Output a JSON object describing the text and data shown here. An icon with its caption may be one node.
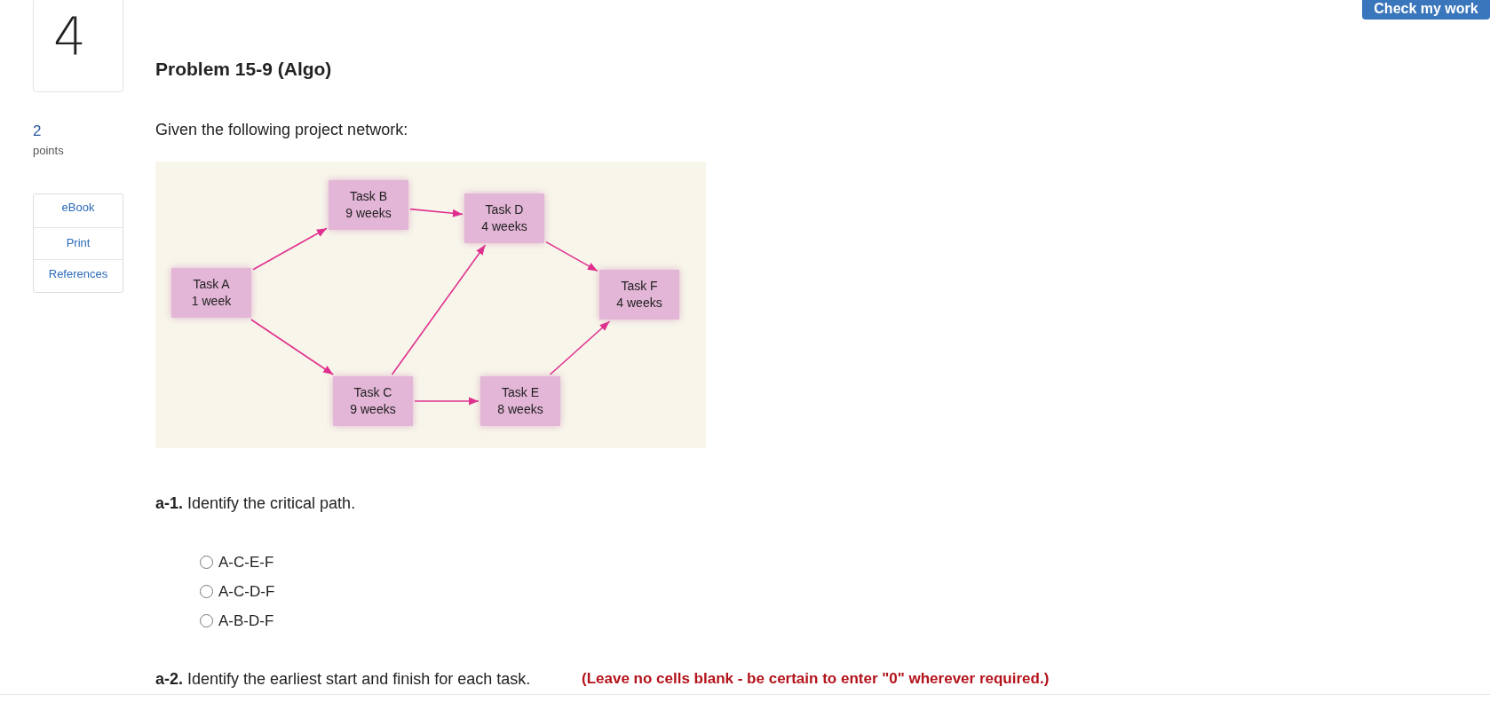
{
  "diagram": {
    "title": "Problem 15-9 (Algo)",
    "nodes": [
      {
        "text": [
          "Task A",
          "1 week"
        ]
      },
      {
        "text": [
          "Task B",
          "9 weeks"
        ]
      },
      {
        "text": [
          "Task C",
          "9 weeks"
        ]
      },
      {
        "text": [
          "Task D",
          "4 weeks"
        ]
      },
      {
        "text": [
          "Task E",
          "8 weeks"
        ]
      },
      {
        "text": [
          "Task F",
          "4 weeks"
        ]
      }
    ],
    "edges": [
      {
        "from": 0,
        "to": 1,
        "arrow": "to"
      },
      {
        "from": 0,
        "to": 2,
        "arrow": "to"
      },
      {
        "from": 1,
        "to": 3,
        "arrow": "to"
      },
      {
        "from": 2,
        "to": 3,
        "arrow": "to"
      },
      {
        "from": 2,
        "to": 4,
        "arrow": "to"
      },
      {
        "from": 3,
        "to": 5,
        "arrow": "to"
      },
      {
        "from": 4,
        "to": 5,
        "arrow": "to"
      }
    ],
    "labels": [
      "Check my work",
      "4",
      "2",
      "points",
      "eBook",
      "Print",
      "References",
      "Given the following project network:",
      "**a-1.** Identify the critical path.",
      "A-C-E-F",
      "A-C-D-F",
      "A-B-D-F",
      "**a-2.** Identify the earliest start and finish for each task.",
      "(Leave no cells blank - be certain to enter \"0\" wherever required.)"
    ]
  }
}
